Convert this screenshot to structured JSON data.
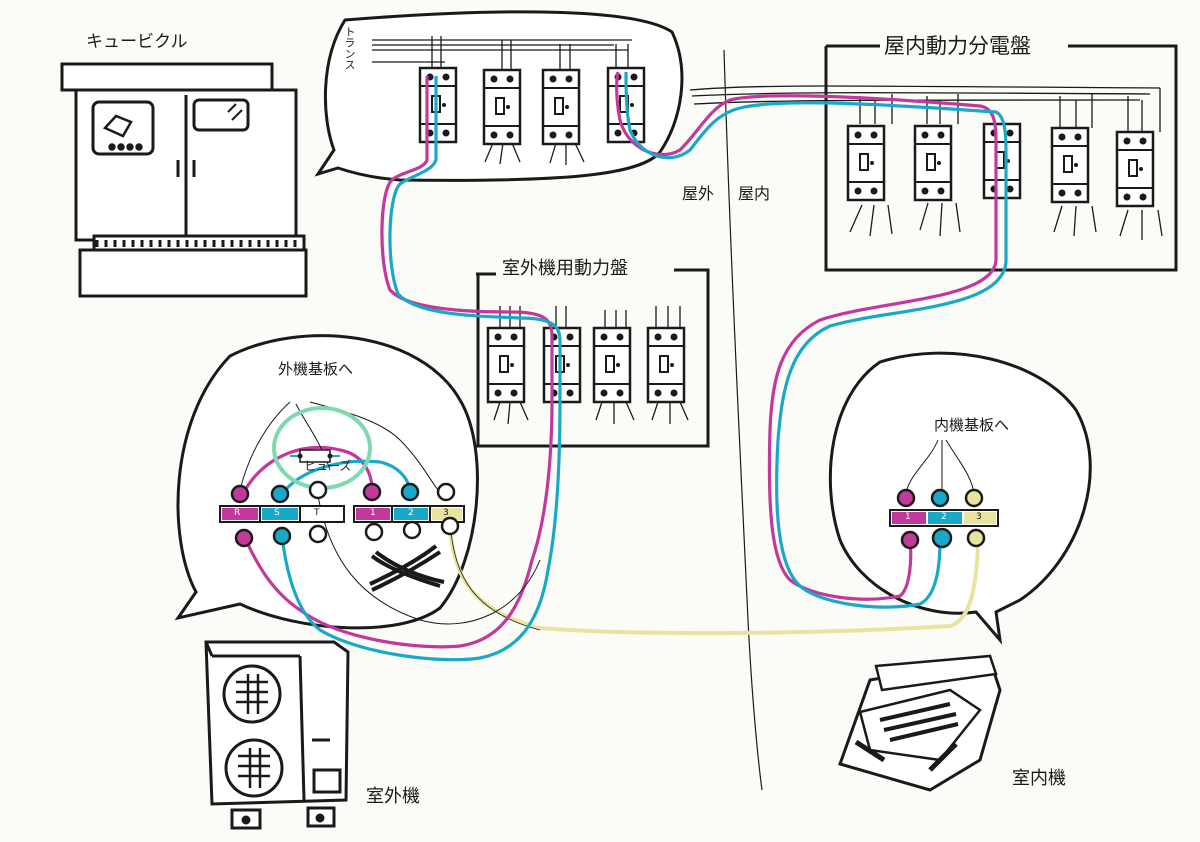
{
  "labels": {
    "cubicle": "キュービクル",
    "trans": "トランス",
    "indoor_panel": "屋内動力分電盤",
    "outdoor_panel": "室外機用動力盤",
    "outdoor_side": "屋外",
    "indoor_side": "屋内",
    "outdoor_board": "外機基板へ",
    "indoor_board": "内機基板へ",
    "fuse": "ヒューズ",
    "outdoor_unit": "室外機",
    "indoor_unit": "室内機"
  },
  "terminals": {
    "outdoor_power": [
      "R",
      "S",
      "T"
    ],
    "outdoor_signal": [
      "1",
      "2",
      "3"
    ],
    "indoor_signal": [
      "1",
      "2",
      "3"
    ]
  },
  "colors": {
    "line": "#1a1a1a",
    "magenta": "#c2399b",
    "cyan": "#19a8c8",
    "yellow": "#e8e4a0",
    "green_circle": "#7fd9b0"
  }
}
